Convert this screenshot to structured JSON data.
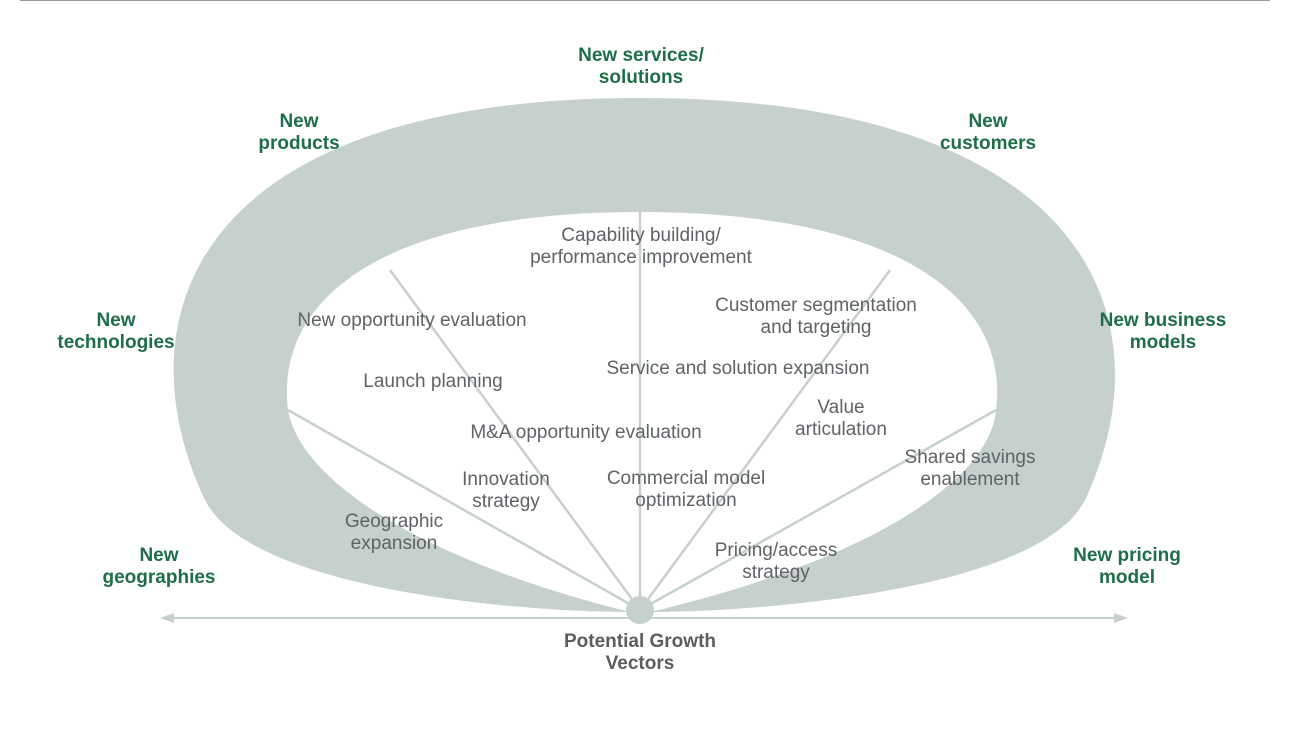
{
  "colors": {
    "vector_text": "#1e6e49",
    "activity_text": "#5f6367",
    "center_text": "#5a5e61",
    "ring_fill": "#c6d0cd",
    "spoke": "#c6d0cd",
    "axis": "#c6d0cd"
  },
  "center": {
    "line1": "Potential Growth",
    "line2": "Vectors"
  },
  "vectors": [
    {
      "id": "services",
      "line1": "New services/",
      "line2": "solutions"
    },
    {
      "id": "products",
      "line1": "New",
      "line2": "products"
    },
    {
      "id": "customers",
      "line1": "New",
      "line2": "customers"
    },
    {
      "id": "technologies",
      "line1": "New",
      "line2": "technologies"
    },
    {
      "id": "business-models",
      "line1": "New business",
      "line2": "models"
    },
    {
      "id": "geographies",
      "line1": "New",
      "line2": "geographies"
    },
    {
      "id": "pricing-model",
      "line1": "New pricing",
      "line2": "model"
    }
  ],
  "activities": [
    {
      "id": "capability",
      "line1": "Capability building/",
      "line2": "performance improvement"
    },
    {
      "id": "customer-seg",
      "line1": "Customer segmentation",
      "line2": "and targeting"
    },
    {
      "id": "new-opportunity",
      "line1": "New opportunity evaluation",
      "line2": ""
    },
    {
      "id": "launch",
      "line1": "Launch planning",
      "line2": ""
    },
    {
      "id": "service-expansion",
      "line1": "Service and solution expansion",
      "line2": ""
    },
    {
      "id": "value",
      "line1": "Value",
      "line2": "articulation"
    },
    {
      "id": "ma",
      "line1": "M&A opportunity evaluation",
      "line2": ""
    },
    {
      "id": "innovation",
      "line1": "Innovation",
      "line2": "strategy"
    },
    {
      "id": "commercial",
      "line1": "Commercial model",
      "line2": "optimization"
    },
    {
      "id": "shared-savings",
      "line1": "Shared savings",
      "line2": "enablement"
    },
    {
      "id": "geographic",
      "line1": "Geographic",
      "line2": "expansion"
    },
    {
      "id": "pricing-access",
      "line1": "Pricing/access",
      "line2": "strategy"
    }
  ]
}
